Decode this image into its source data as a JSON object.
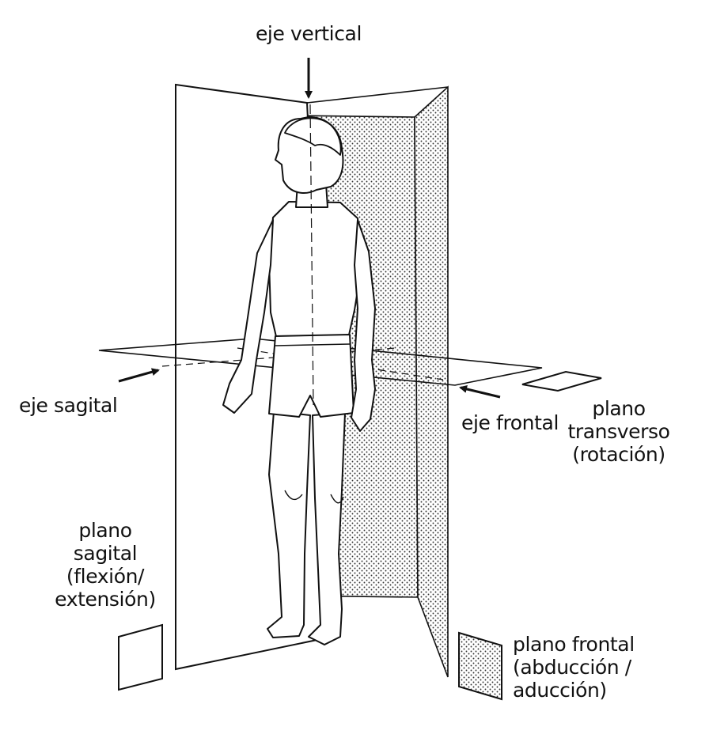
{
  "labels": {
    "eje_vertical": "eje vertical",
    "eje_sagital": "eje sagital",
    "eje_frontal": "eje frontal",
    "plano_transverso": [
      "plano",
      "transverso",
      "(rotación)"
    ],
    "plano_sagital": [
      "plano",
      "sagital",
      "(flexión/",
      "extensión)"
    ],
    "plano_frontal": [
      "plano frontal",
      "(abducción /",
      "aducción)"
    ]
  },
  "colors": {
    "ink": "#111111",
    "stipple_dot": "#333333",
    "background": "#ffffff"
  }
}
